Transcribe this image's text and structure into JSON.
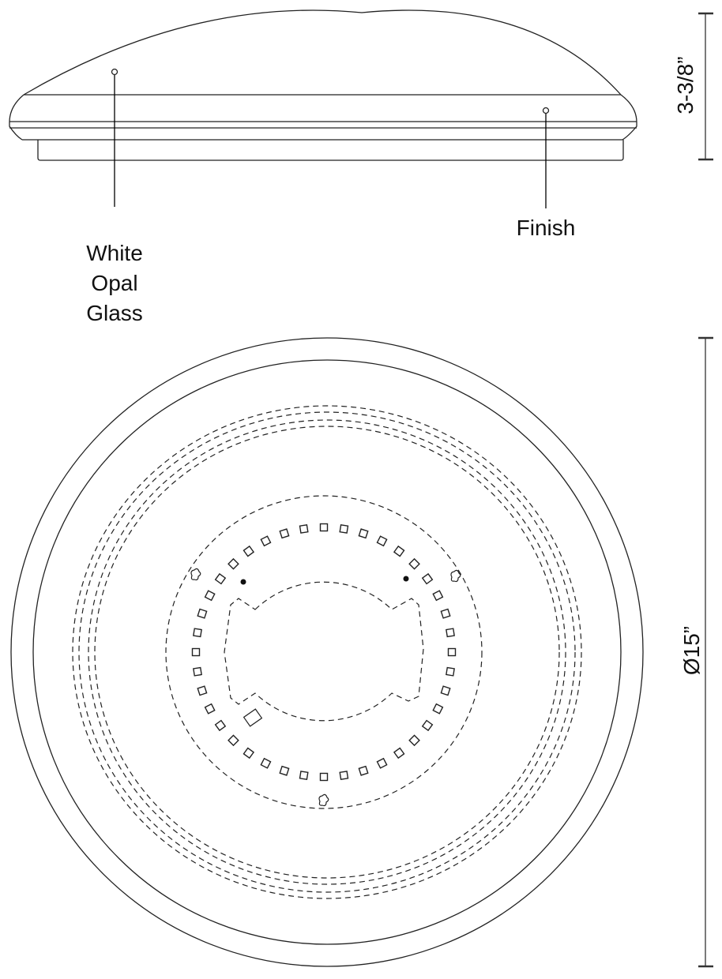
{
  "diagram": {
    "type": "technical-drawing",
    "subject": "flush mount ceiling light fixture",
    "views": [
      "side-elevation",
      "top-plan"
    ],
    "line_color": "#222222",
    "background": "#ffffff"
  },
  "side_view": {
    "callouts": [
      {
        "id": "glass",
        "text_lines": [
          "White",
          "Opal",
          "Glass"
        ]
      },
      {
        "id": "finish",
        "text_lines": [
          "Finish"
        ]
      }
    ],
    "height_dimension": "3-3/8”"
  },
  "plan_view": {
    "diameter_dimension": "Ø15”",
    "led_count": 40
  }
}
